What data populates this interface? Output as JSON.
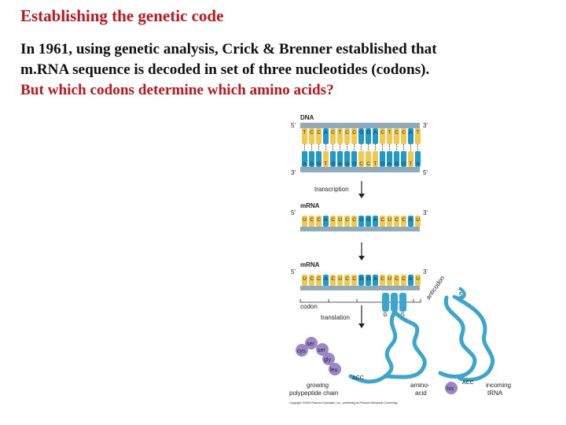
{
  "slide": {
    "title": "Establishing the genetic code",
    "line1": "In 1961, using genetic analysis, Crick & Brenner established that",
    "line2": "m.RNA sequence is decoded in set of three nucleotides (codons).",
    "line3": "But which codons determine which amino acids?"
  },
  "figure": {
    "dna_label": "DNA",
    "five_prime": "5'",
    "three_prime": "3'",
    "dna_top_bases": [
      "T",
      "C",
      "C",
      "A",
      "C",
      "T",
      "C",
      "C",
      "G",
      "G",
      "A",
      "C",
      "T",
      "C",
      "C",
      "A",
      "T"
    ],
    "dna_bottom_bases": [
      "A",
      "G",
      "G",
      "T",
      "G",
      "A",
      "G",
      "G",
      "C",
      "C",
      "T",
      "G",
      "A",
      "G",
      "G",
      "T",
      "A"
    ],
    "transcription_label": "transcription",
    "mrna_label": "mRNA",
    "mrna_bases": [
      "U",
      "C",
      "C",
      "A",
      "C",
      "U",
      "C",
      "C",
      "G",
      "G",
      "A",
      "C",
      "U",
      "C",
      "C",
      "A",
      "U"
    ],
    "codon_label": "codon",
    "translation_label": "translation",
    "anticodon_label": "anticodon",
    "anticodon_bases": [
      "G",
      "A",
      "G"
    ],
    "amino_acids": [
      "ser",
      "cys",
      "ser",
      "gly",
      "leu"
    ],
    "trna_end_label": "ACC",
    "growing_chain_label_1": "growing",
    "growing_chain_label_2": "polypeptide chain",
    "amino_acid_label_1": "amino-",
    "amino_acid_label_2": "acid",
    "his_label": "his",
    "incoming_label_1": "incoming",
    "incoming_label_2": "tRNA",
    "credit": "Copyright ©2000 Pearson Education, Inc., publishing as Pearson Benjamin Cummings",
    "colors": {
      "purine": "#1f9bc9",
      "pyrimidine": "#f2c94c",
      "backbone": "#8fa9bd",
      "trna": "#3aa6d0",
      "amino": "#9b86c8",
      "title_red": "#c0161c"
    }
  }
}
